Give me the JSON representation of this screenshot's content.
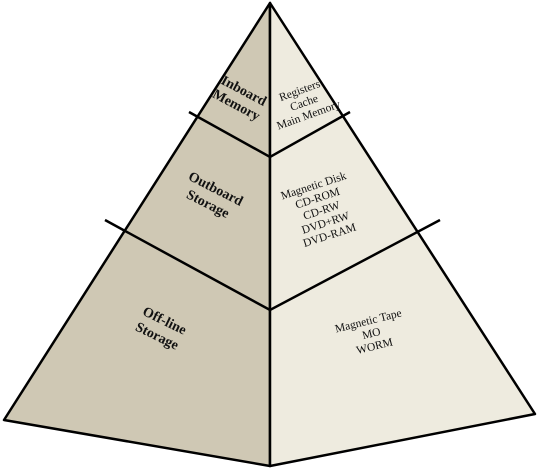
{
  "colors": {
    "left_face": "#cfc8b4",
    "right_face": "#eeebdf",
    "outline": "#000000",
    "text": "#111111"
  },
  "tiers": [
    {
      "name": [
        "Inboard",
        "Memory"
      ],
      "items": [
        "Registers",
        "Cache",
        "Main Memory"
      ]
    },
    {
      "name": [
        "Outboard",
        "Storage"
      ],
      "items": [
        "Magnetic Disk",
        "CD-ROM",
        "CD-RW",
        "DVD+RW",
        "DVD-RAM"
      ]
    },
    {
      "name": [
        "Off-line",
        "Storage"
      ],
      "items": [
        "Magnetic Tape",
        "MO",
        "WORM"
      ]
    }
  ]
}
